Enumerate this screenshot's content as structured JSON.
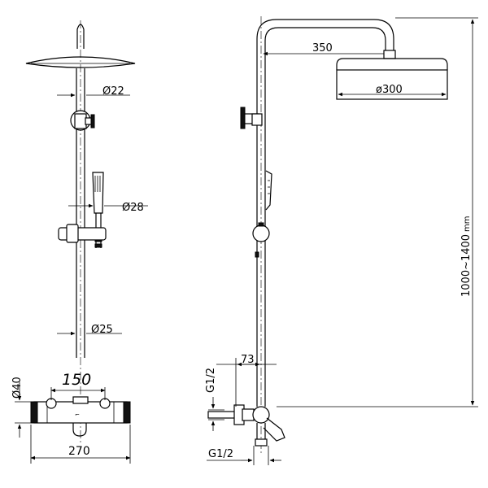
{
  "diagram": {
    "front_view": {
      "dims": {
        "shower_arm_diameter": "Ø22",
        "hand_shower_diameter": "Ø28",
        "riser_diameter": "Ø25",
        "mixer_width_inner": "150",
        "mixer_width_total": "270",
        "mixer_body_diameter": "Ø40"
      }
    },
    "side_view": {
      "dims": {
        "arm_reach": "350",
        "head_diameter": "ø300",
        "height_range": "1000~1400",
        "height_unit": "mm",
        "wall_offset": "73",
        "inlet_thread_upper": "G1/2",
        "inlet_thread_lower": "G1/2"
      }
    }
  }
}
